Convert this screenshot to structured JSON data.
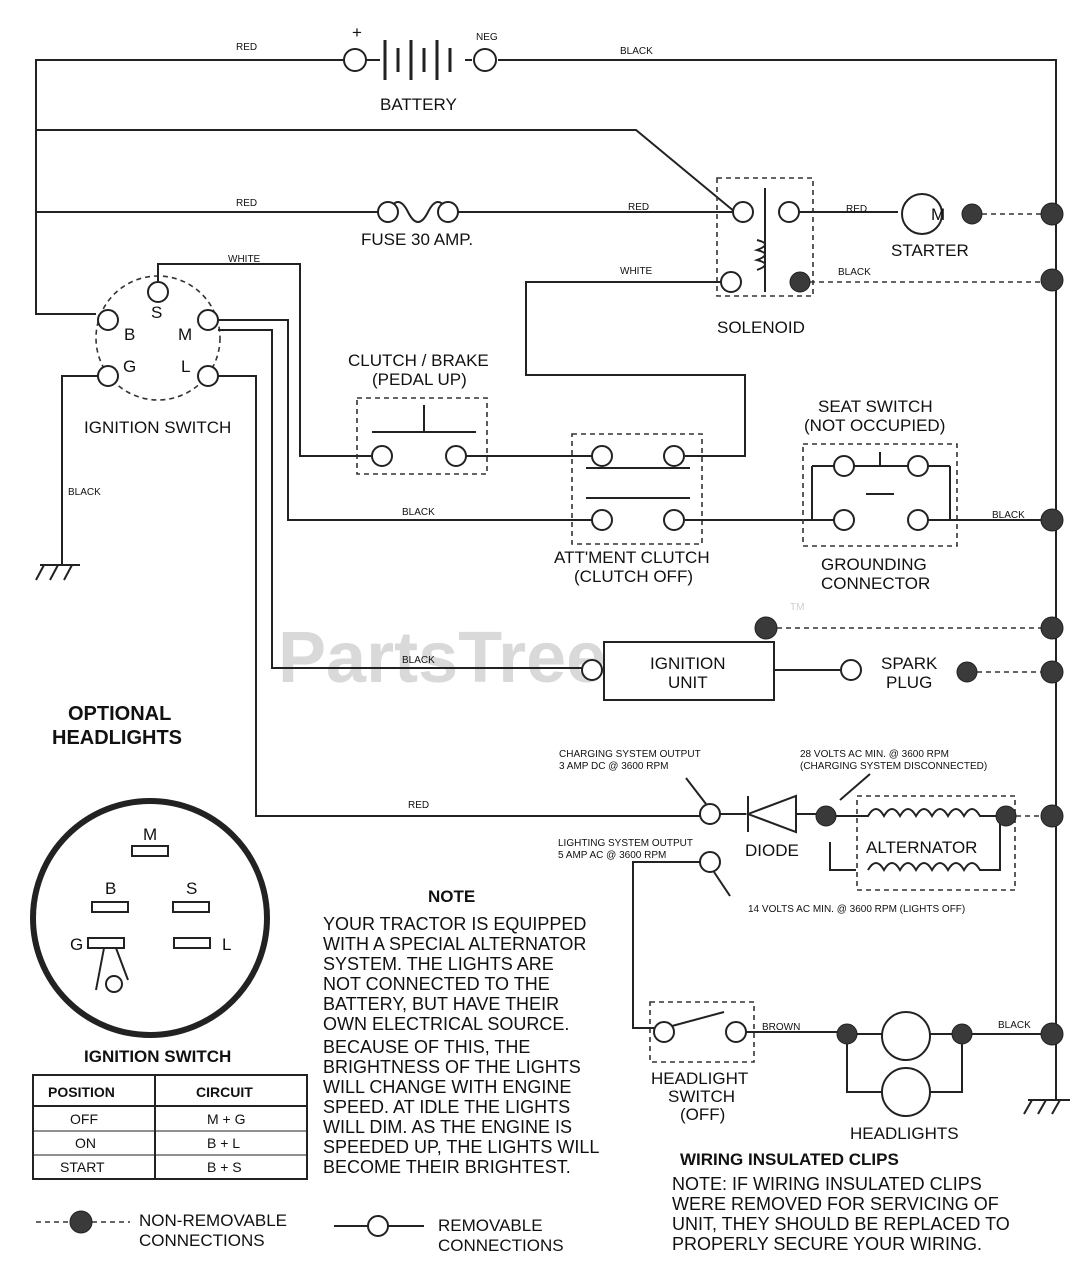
{
  "components": {
    "battery": "BATTERY",
    "battery_plus": "+",
    "battery_minus": "NEG",
    "fuse": "FUSE 30 AMP.",
    "starter": "STARTER",
    "starter_motor": "M",
    "solenoid": "SOLENOID",
    "ignition_switch": "IGNITION SWITCH",
    "clutch_brake": [
      "CLUTCH / BRAKE",
      "(PEDAL UP)"
    ],
    "attachment_clutch": [
      "ATT'MENT CLUTCH",
      "(CLUTCH OFF)"
    ],
    "seat_switch": [
      "SEAT SWITCH",
      "(NOT OCCUPIED)"
    ],
    "grounding_connector": [
      "GROUNDING",
      "CONNECTOR"
    ],
    "ignition_unit": [
      "IGNITION",
      "UNIT"
    ],
    "spark_plug": [
      "SPARK",
      "PLUG"
    ],
    "diode": "DIODE",
    "alternator": "ALTERNATOR",
    "headlight_switch": [
      "HEADLIGHT",
      "SWITCH",
      "(OFF)"
    ],
    "headlights": "HEADLIGHTS"
  },
  "terminals": {
    "b": "B",
    "s": "S",
    "m": "M",
    "g": "G",
    "l": "L"
  },
  "wires": {
    "red": "RED",
    "black": "BLACK",
    "white": "WHITE",
    "brown": "BROWN"
  },
  "specs": {
    "charging_output": [
      "CHARGING SYSTEM OUTPUT",
      "3 AMP DC @ 3600 RPM"
    ],
    "charging_disconnected": [
      "28 VOLTS AC MIN. @ 3600 RPM",
      "(CHARGING SYSTEM DISCONNECTED)"
    ],
    "lighting_output": [
      "LIGHTING SYSTEM OUTPUT",
      "5 AMP AC @ 3600 RPM"
    ],
    "lights_off": "14 VOLTS AC MIN. @ 3600 RPM (LIGHTS OFF)"
  },
  "optional_headlights": [
    "OPTIONAL",
    "HEADLIGHTS"
  ],
  "ignition_table": {
    "title": "IGNITION SWITCH",
    "headers": [
      "POSITION",
      "CIRCUIT"
    ],
    "rows": [
      [
        "OFF",
        "M + G"
      ],
      [
        "ON",
        "B + L"
      ],
      [
        "START",
        "B + S"
      ]
    ]
  },
  "note": {
    "title": "NOTE",
    "lines": [
      "YOUR TRACTOR IS EQUIPPED",
      "WITH A SPECIAL ALTERNATOR",
      "SYSTEM.  THE LIGHTS ARE",
      "NOT CONNECTED TO  THE",
      "BATTERY, BUT HAVE THEIR",
      "OWN ELECTRICAL SOURCE.",
      "BECAUSE OF THIS, THE",
      "BRIGHTNESS OF THE LIGHTS",
      "WILL CHANGE WITH ENGINE",
      "SPEED.  AT IDLE THE LIGHTS",
      "WILL DIM. AS THE ENGINE IS",
      "SPEEDED UP, THE LIGHTS WILL",
      "BECOME THEIR BRIGHTEST."
    ]
  },
  "clips": {
    "title": "WIRING INSULATED CLIPS",
    "lines": [
      "NOTE: IF WIRING INSULATED CLIPS",
      "WERE REMOVED FOR SERVICING OF",
      "UNIT, THEY SHOULD BE REPLACED TO",
      "PROPERLY SECURE YOUR WIRING."
    ]
  },
  "legend": {
    "non_removable": [
      "NON-REMOVABLE",
      "CONNECTIONS"
    ],
    "removable": [
      "REMOVABLE",
      "CONNECTIONS"
    ]
  },
  "watermark": {
    "text": "PartsTree",
    "tm": "TM"
  }
}
